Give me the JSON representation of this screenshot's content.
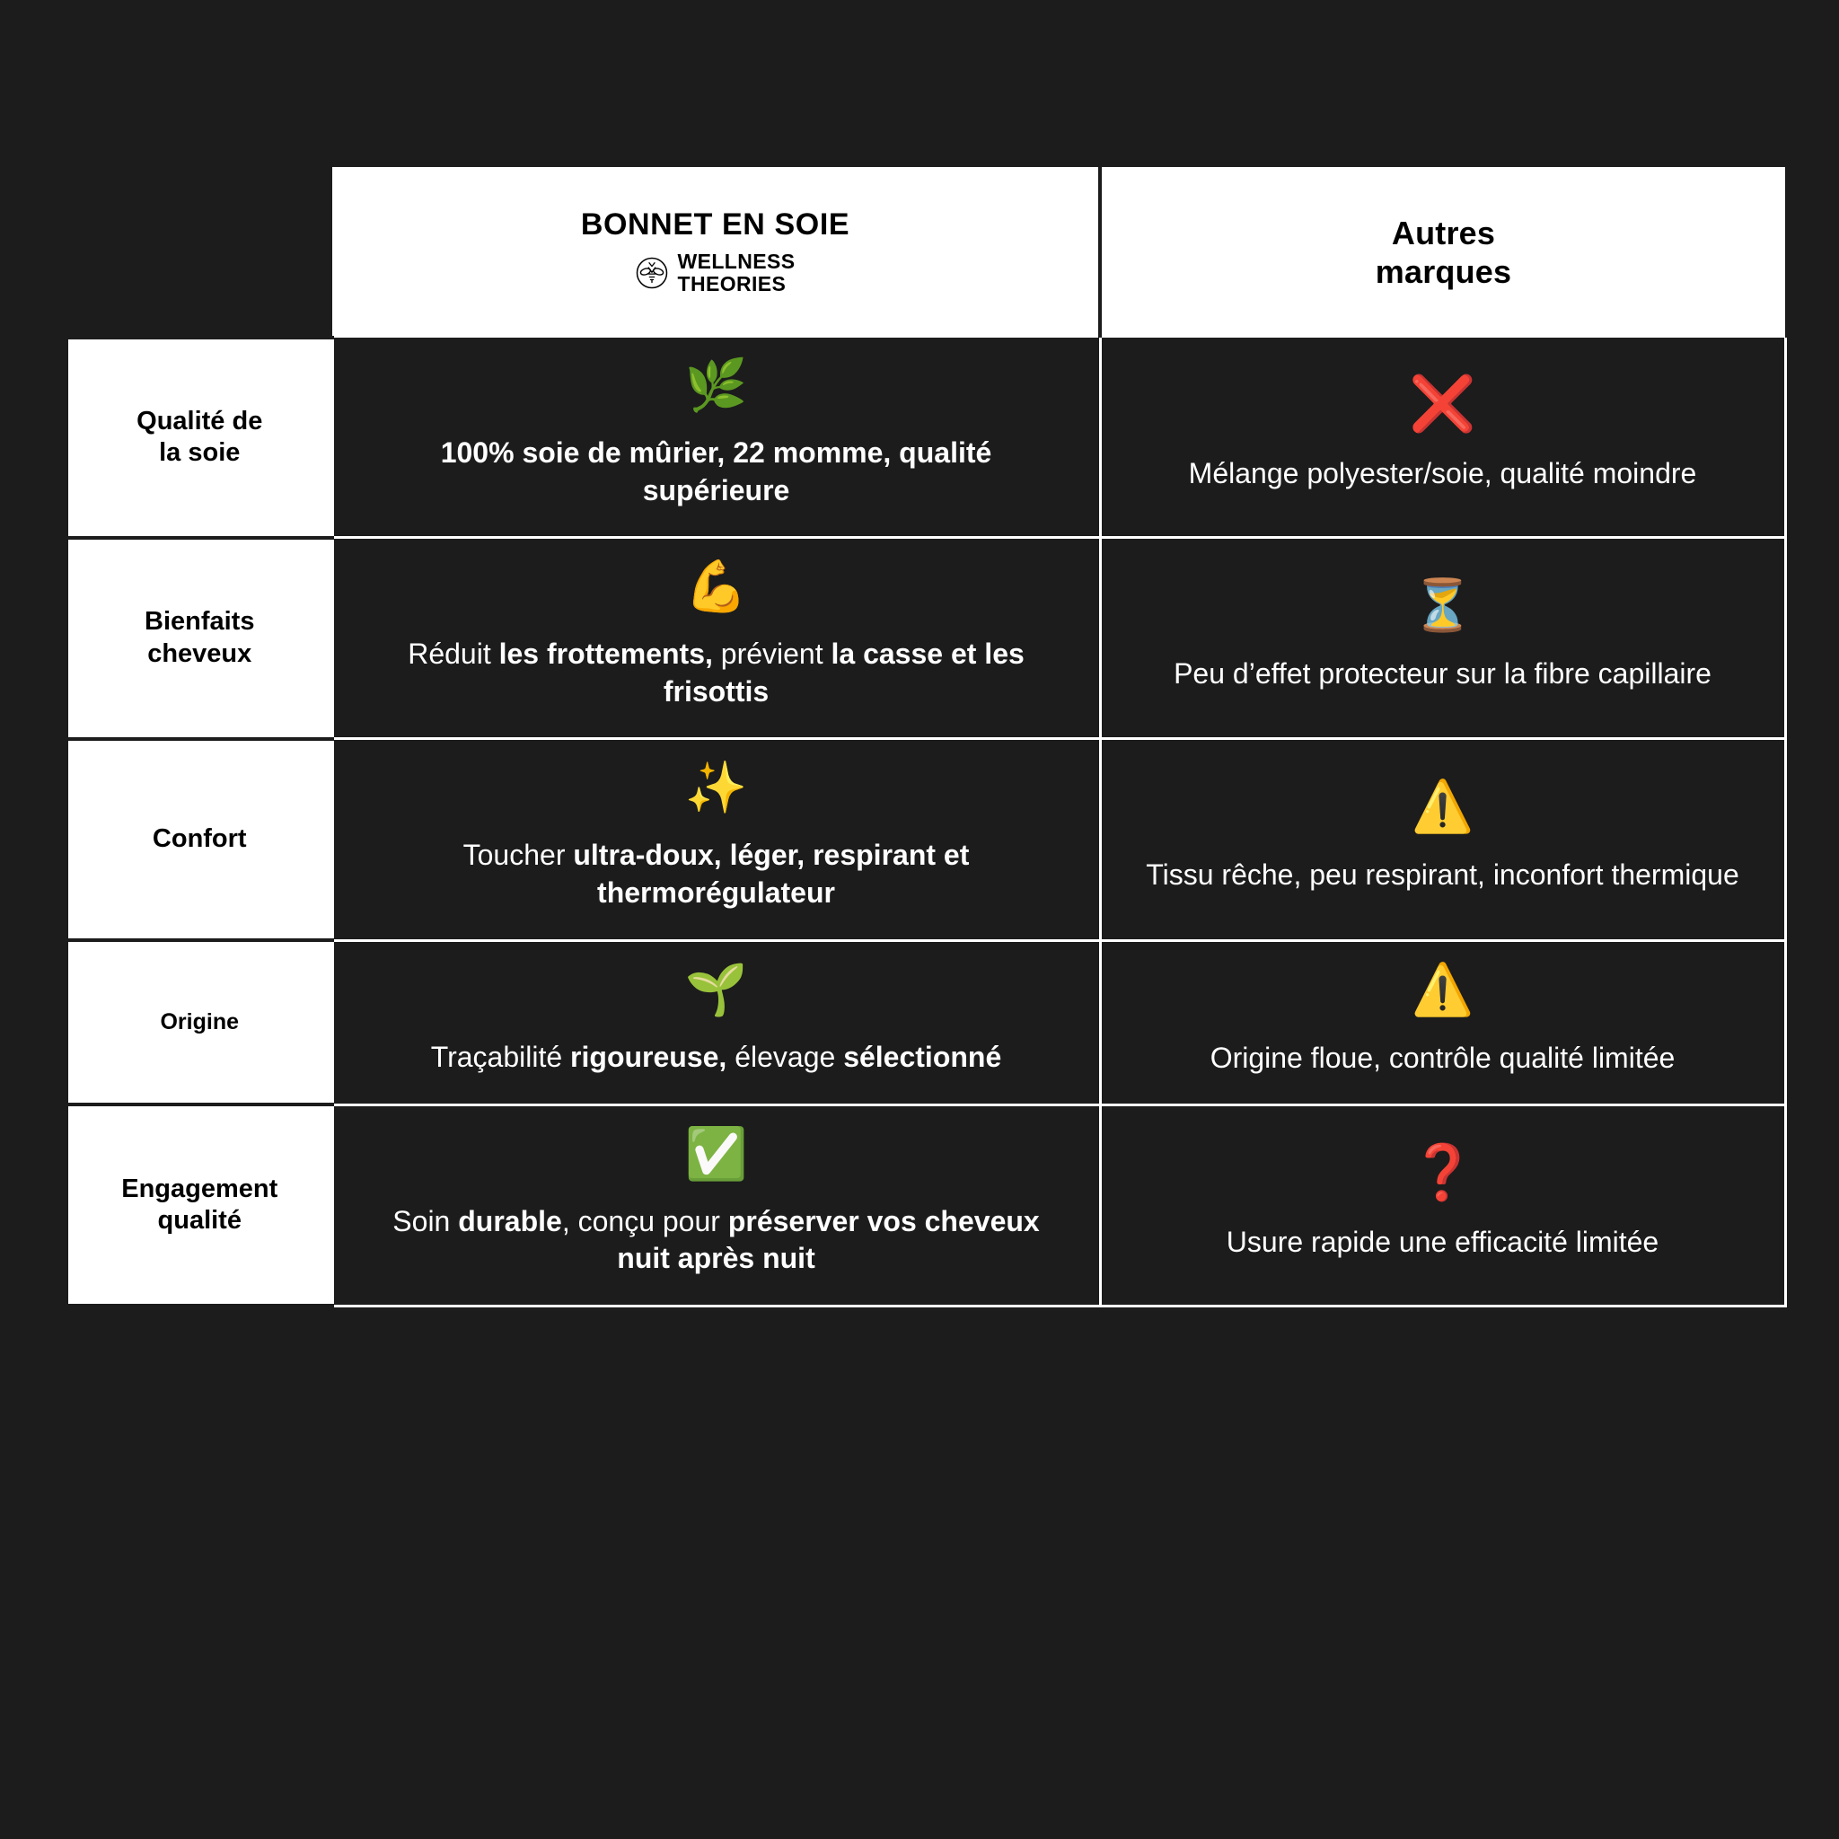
{
  "theme": {
    "background": "#1c1c1c",
    "panel": "#ffffff",
    "text_on_dark": "#ffffff",
    "text_on_light": "#000000",
    "negative": "#e8221f",
    "warning": "#f5c518",
    "positive": "#1fb141"
  },
  "header": {
    "label_column": "",
    "brand": {
      "title": "BONNET EN SOIE",
      "logo_icon": "bee-in-circle-icon",
      "logo_line1": "WELLNESS",
      "logo_line2": "THEORIES"
    },
    "others": {
      "line1": "Autres",
      "line2": "marques"
    }
  },
  "rows": [
    {
      "label_line1": "Qualité de",
      "label_line2": "la soie",
      "label_size": "large",
      "brand": {
        "icon": "herb-emoji",
        "emoji": "🌿",
        "segments": [
          {
            "text": "100% soie de mûrier, 22 momme, qualité supérieure",
            "bold": true
          }
        ]
      },
      "others": {
        "icon": "cross-mark-emoji",
        "emoji": "❌",
        "segments": [
          {
            "text": "Mélange polyester/soie, qualité moindre",
            "bold": false
          }
        ]
      }
    },
    {
      "label_line1": "Bienfaits",
      "label_line2": "cheveux",
      "label_size": "large",
      "brand": {
        "icon": "flexed-biceps-emoji",
        "emoji": "💪",
        "segments": [
          {
            "text": "Réduit ",
            "bold": false
          },
          {
            "text": "les frottements,",
            "bold": true
          },
          {
            "text": " prévient ",
            "bold": false
          },
          {
            "text": "la casse et les frisottis",
            "bold": true
          }
        ]
      },
      "others": {
        "icon": "hourglass-emoji",
        "emoji": "⏳",
        "segments": [
          {
            "text": "Peu d’effet protecteur sur la fibre capillaire",
            "bold": false
          }
        ]
      }
    },
    {
      "label_line1": "Confort",
      "label_line2": "",
      "label_size": "large",
      "brand": {
        "icon": "sparkles-emoji",
        "emoji": "✨",
        "segments": [
          {
            "text": "Toucher ",
            "bold": false
          },
          {
            "text": "ultra-doux, léger, respirant et thermorégulateur",
            "bold": true
          }
        ]
      },
      "others": {
        "icon": "warning-emoji",
        "emoji": "⚠️",
        "segments": [
          {
            "text": "Tissu rêche, peu respirant, inconfort thermique",
            "bold": false
          }
        ]
      }
    },
    {
      "label_line1": "Origine",
      "label_line2": "",
      "label_size": "small",
      "brand": {
        "icon": "seedling-emoji",
        "emoji": "🌱",
        "segments": [
          {
            "text": "Traçabilité ",
            "bold": false
          },
          {
            "text": "rigoureuse,",
            "bold": true
          },
          {
            "text": " élevage ",
            "bold": false
          },
          {
            "text": "sélectionné",
            "bold": true
          }
        ]
      },
      "others": {
        "icon": "warning-emoji",
        "emoji": "⚠️",
        "segments": [
          {
            "text": "Origine floue, contrôle qualité limitée",
            "bold": false
          }
        ]
      }
    },
    {
      "label_line1": "Engagement",
      "label_line2": "qualité",
      "label_size": "large",
      "brand": {
        "icon": "check-mark-button-emoji",
        "emoji": "✅",
        "segments": [
          {
            "text": "Soin ",
            "bold": false
          },
          {
            "text": "durable",
            "bold": true
          },
          {
            "text": ", conçu pour ",
            "bold": false
          },
          {
            "text": "préserver vos cheveux nuit après nuit",
            "bold": true
          }
        ]
      },
      "others": {
        "icon": "question-mark-emoji",
        "emoji": "❓",
        "segments": [
          {
            "text": "Usure rapide une efficacité limitée",
            "bold": false
          }
        ]
      }
    }
  ]
}
